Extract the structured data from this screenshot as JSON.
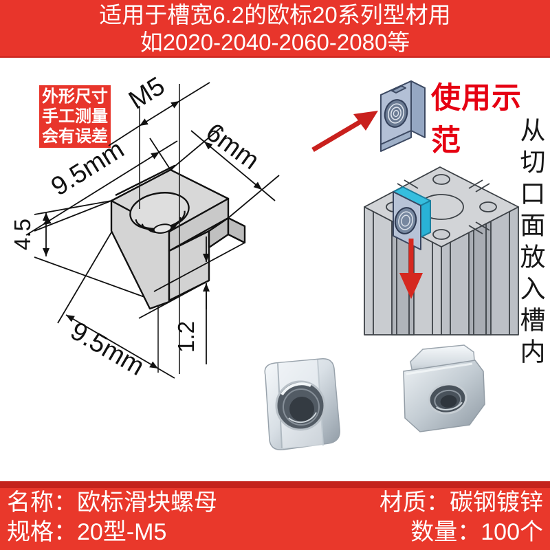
{
  "banner_top": {
    "line1": "适用于槽宽6.2的欧标20系列型材用",
    "line2": "如2020-2040-2060-2080等"
  },
  "measure_note": {
    "line1": "外形尺寸",
    "line2": "手工测量",
    "line3": "会有误差"
  },
  "drawing": {
    "dims": {
      "thread": "M5",
      "top_width": "9.5mm",
      "slot_width": "6mm",
      "height": "4.5",
      "bottom_width": "9.5mm",
      "step": "1.2"
    }
  },
  "demo": {
    "title": "使用示范",
    "side_note": "从切口面放入槽内"
  },
  "banner_bottom": {
    "name": "名称：欧标滑块螺母",
    "spec": "规格：20型-M5",
    "material": "材质：碳钢镀锌",
    "quantity": "数量：100个"
  },
  "icons": {
    "insert_arrow": "red-arrow-up-right",
    "drop_arrow": "red-arrow-down"
  },
  "colors": {
    "banner_red": "#e8352b",
    "dark_red": "#c4231c",
    "accent_red": "#e60012",
    "highlight_cyan": "#2fb9dc",
    "drawing_gray": "#d8d8d8",
    "profile_gray": "#c9ccd0",
    "nut_blue": "#b3c0d6"
  }
}
